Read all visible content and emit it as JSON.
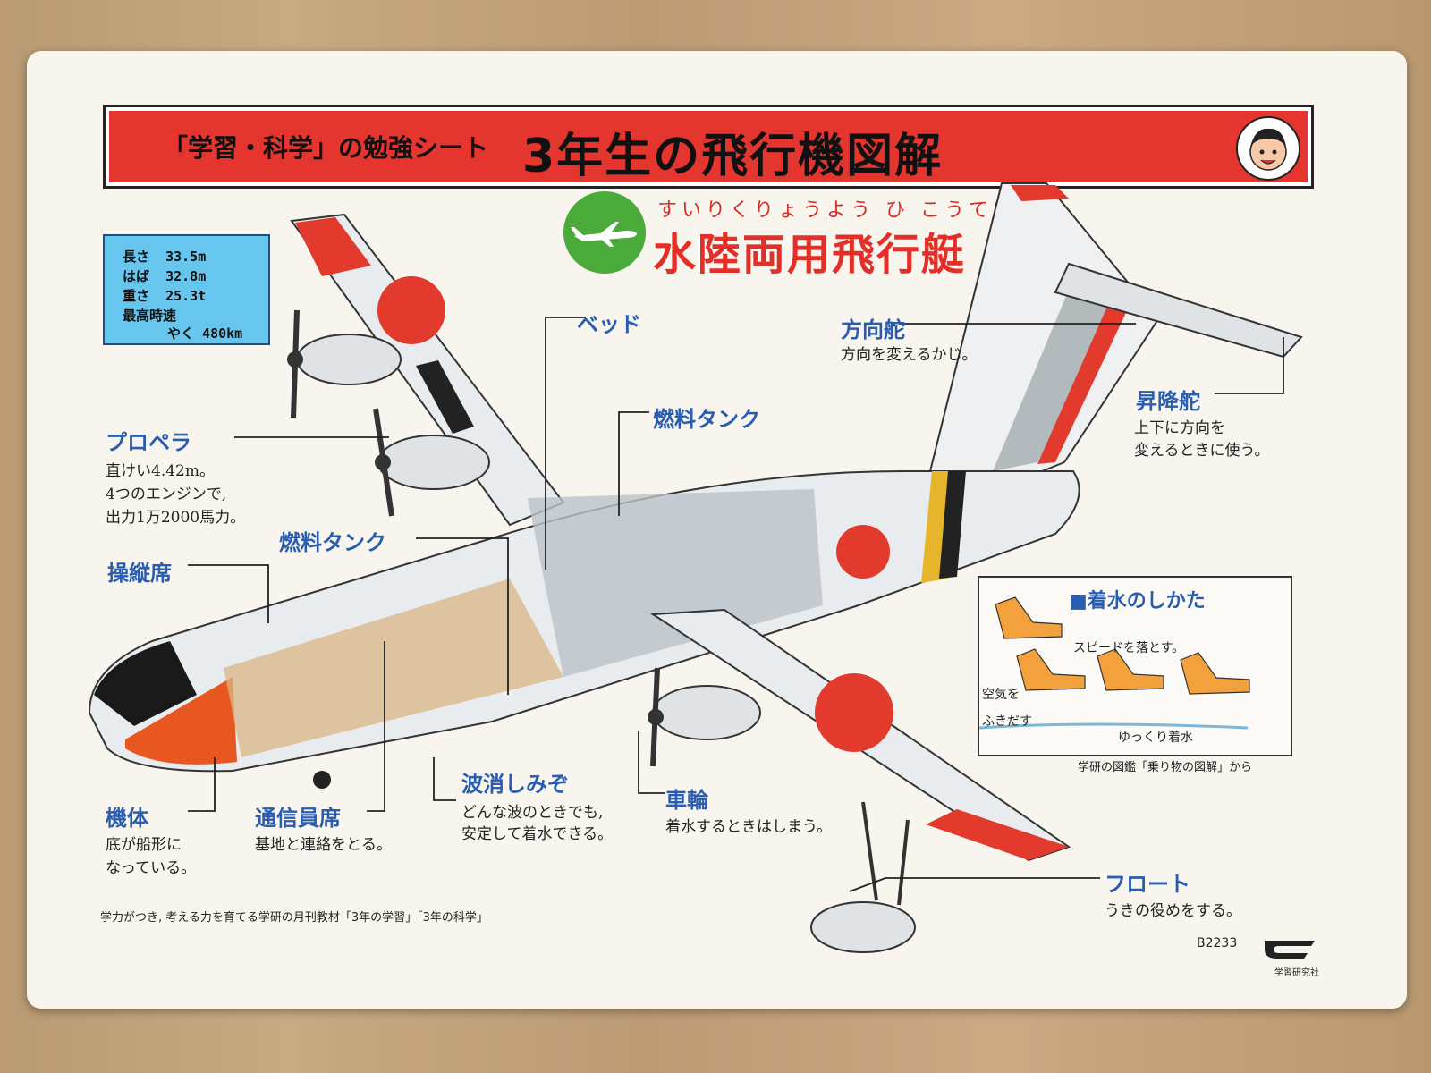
{
  "header": {
    "series_title": "「学習・科学」の勉強シート",
    "main_title": "3年生の飛行機図解"
  },
  "subtitle": {
    "ruby": "すいりくりょうよう ひ こうてい",
    "text": "水陸両用飛行艇"
  },
  "specs": [
    {
      "label": "長さ",
      "value": "33.5m"
    },
    {
      "label": "はば",
      "value": "32.8m"
    },
    {
      "label": "重さ",
      "value": "25.3t"
    },
    {
      "label": "最高時速",
      "value": ""
    },
    {
      "label": "やく",
      "value": "480km"
    }
  ],
  "labels": {
    "bed": "ベッド",
    "rudder": "方向舵",
    "rudder_desc": "方向を変えるかじ。",
    "elevator": "昇降舵",
    "elevator_desc_1": "上下に方向を",
    "elevator_desc_2": "変えるときに使う。",
    "fuel_tank_upper": "燃料タンク",
    "fuel_tank_lower": "燃料タンク",
    "propeller": "プロペラ",
    "propeller_desc_1": "直けい4.42m。",
    "propeller_desc_2": "4つのエンジンで,",
    "propeller_desc_3": "出力1万2000馬力。",
    "cockpit": "操縦席",
    "hull": "機体",
    "hull_desc_1": "底が船形に",
    "hull_desc_2": "なっている。",
    "radio_seat": "通信員席",
    "radio_desc": "基地と連絡をとる。",
    "wave_groove": "波消しみぞ",
    "wave_desc_1": "どんな波のときでも,",
    "wave_desc_2": "安定して着水できる。",
    "wheel": "車輪",
    "wheel_desc": "着水するときはしまう。",
    "float": "フロート",
    "float_desc": "うきの役めをする。"
  },
  "landing": {
    "title": "■着水のしかた",
    "step1": "スピードを落とす。",
    "step2_1": "空気を",
    "step2_2": "ふきだす",
    "step3": "ゆっくり着水",
    "source": "学研の図鑑「乗り物の図解」から"
  },
  "footer": {
    "text": "学力がつき, 考える力を育てる学研の月刊教材「3年の学習」「3年の科学」",
    "code": "B2233",
    "publisher": "学習研究社"
  },
  "colors": {
    "header_red": "#e5352f",
    "label_blue": "#2a5db0",
    "title_red": "#e23029",
    "spec_blue": "#66c6ee",
    "logo_green": "#4aaa3a"
  }
}
